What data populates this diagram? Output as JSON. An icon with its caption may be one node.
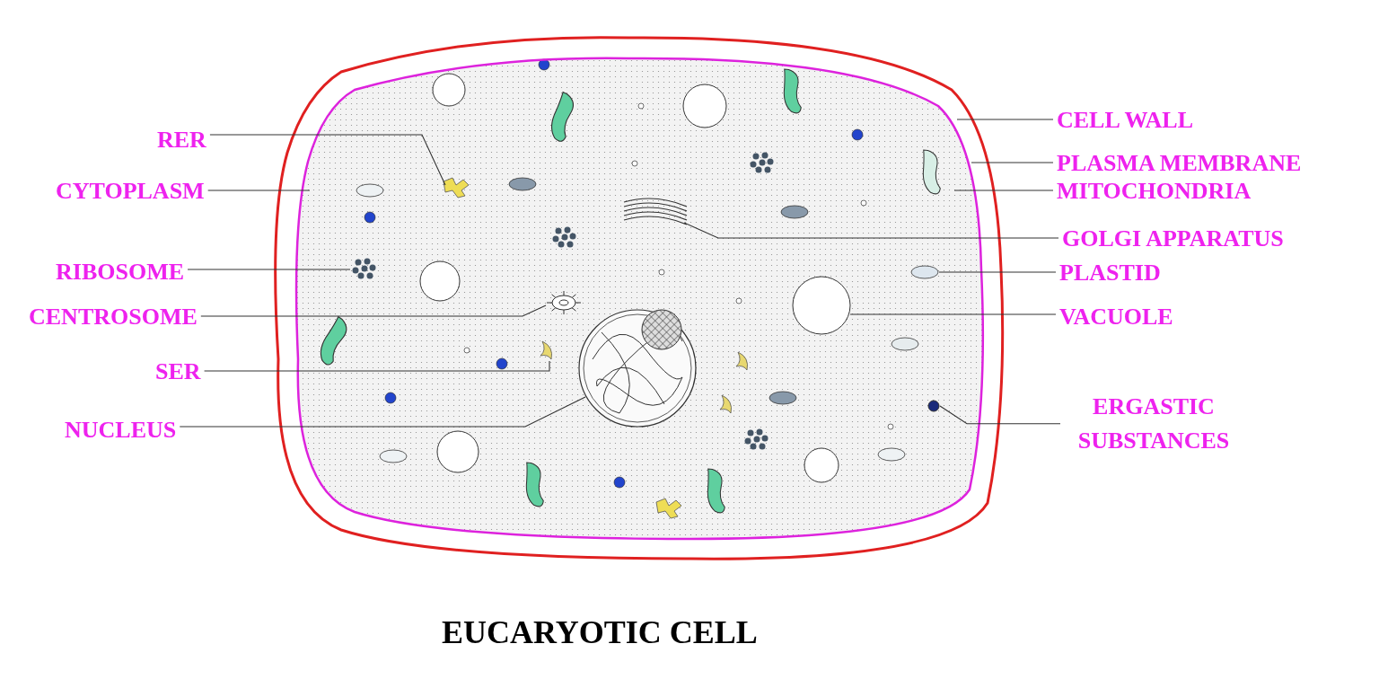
{
  "diagram": {
    "title": "EUCARYOTIC CELL",
    "nodes": [
      {
        "text": [
          "RER"
        ]
      },
      {
        "text": [
          "CYTOPLASM"
        ]
      },
      {
        "text": [
          "RIBOSOME"
        ]
      },
      {
        "text": [
          "CENTROSOME"
        ]
      },
      {
        "text": [
          "SER"
        ]
      },
      {
        "text": [
          "NUCLEUS"
        ]
      },
      {
        "text": [
          "CELL WALL"
        ]
      },
      {
        "text": [
          "PLASMA MEMBRANE"
        ]
      },
      {
        "text": [
          "MITOCHONDRIA"
        ]
      },
      {
        "text": [
          "GOLGI APPARATUS"
        ]
      },
      {
        "text": [
          "PLASTID"
        ]
      },
      {
        "text": [
          "VACUOLE"
        ]
      },
      {
        "text": [
          "ERGASTIC SUBSTANCES"
        ]
      },
      {
        "text": [],
        "shape": "picture"
      },
      {
        "text": [],
        "shape": "picture",
        "in": 13
      },
      {
        "text": [],
        "shape": "picture",
        "in": 13
      },
      {
        "text": [],
        "shape": "picture",
        "in": 13
      },
      {
        "text": [],
        "shape": "picture",
        "in": 13
      },
      {
        "text": [],
        "shape": "circle",
        "in": 13
      },
      {
        "text": [],
        "shape": "picture"
      },
      {
        "text": [],
        "shape": "picture"
      },
      {
        "text": [],
        "shape": "picture",
        "in": 13
      },
      {
        "text": [],
        "shape": "picture",
        "in": 13
      },
      {
        "text": [],
        "shape": "ellipse",
        "in": 13
      },
      {
        "text": [],
        "shape": "circle",
        "in": 13
      },
      {
        "text": [],
        "shape": "circle",
        "in": 13
      }
    ],
    "edges": [
      {
        "from": 0,
        "to": 14,
        "arrow": "none"
      },
      {
        "from": 1,
        "to": 13,
        "arrow": "none"
      },
      {
        "from": 2,
        "to": 15,
        "arrow": "none"
      },
      {
        "from": 3,
        "to": 16,
        "arrow": "none"
      },
      {
        "from": 4,
        "to": 17,
        "arrow": "none"
      },
      {
        "from": 5,
        "to": 18,
        "arrow": "none"
      },
      {
        "from": 6,
        "to": 19,
        "arrow": "none"
      },
      {
        "from": 7,
        "to": 20,
        "arrow": "none"
      },
      {
        "from": 8,
        "to": 21,
        "arrow": "none"
      },
      {
        "from": 9,
        "to": 22,
        "arrow": "none"
      },
      {
        "from": 10,
        "to": 23,
        "arrow": "none"
      },
      {
        "from": 11,
        "to": 24,
        "arrow": "none"
      },
      {
        "from": 12,
        "to": 25,
        "arrow": "none"
      }
    ]
  }
}
